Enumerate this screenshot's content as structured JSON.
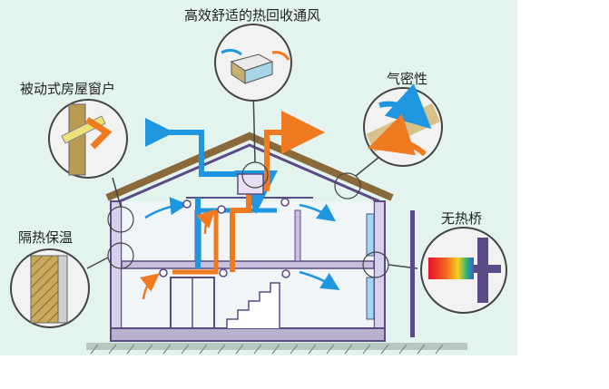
{
  "labels": {
    "top": "高效舒适的热回收通风",
    "windows": "被动式房屋窗户",
    "airtight": "气密性",
    "insulation": "隔热保温",
    "no_bridge": "无热桥"
  },
  "colors": {
    "background": "#e3f3ee",
    "wall_outline": "#5a4a86",
    "roof_outline": "#8a6a3a",
    "fresh_air": "#1e96e0",
    "exhaust_air": "#f07a20",
    "insulation": "#b89a50",
    "callout_line": "#444444"
  }
}
